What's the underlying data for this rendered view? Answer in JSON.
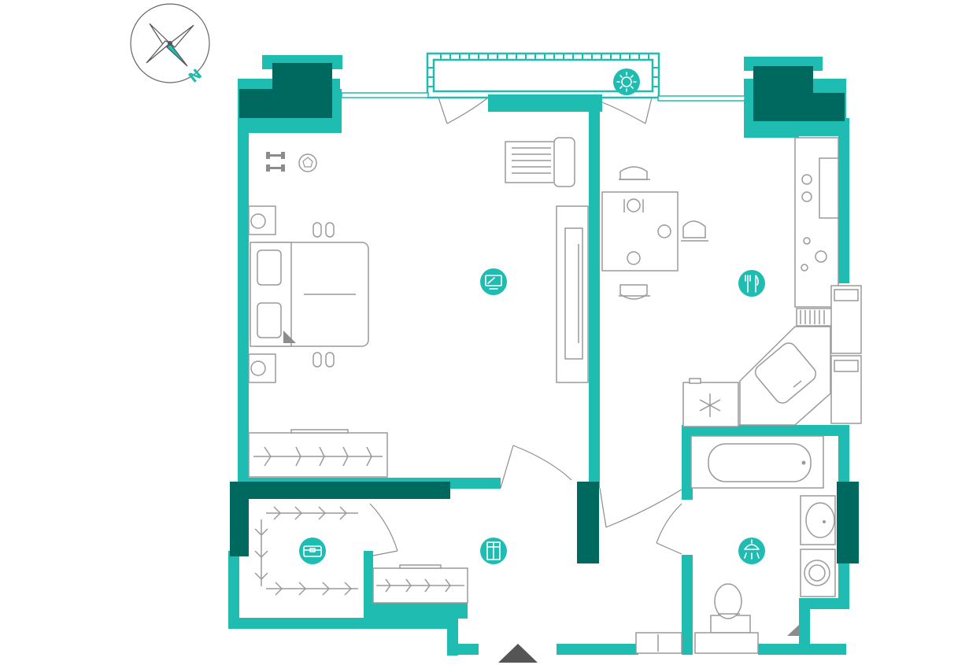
{
  "compass": {
    "north_label": "N"
  },
  "colors": {
    "wall": "#1ebcb1",
    "wall_dark": "#00695f",
    "furniture_stroke": "#9a9a9a",
    "background": "#ffffff"
  },
  "rooms": [
    {
      "id": "living-bedroom",
      "icon": "tv-icon"
    },
    {
      "id": "kitchen-dining",
      "icon": "fork-knife-icon"
    },
    {
      "id": "bathroom",
      "icon": "shower-icon"
    },
    {
      "id": "hallway",
      "icon": "wardrobe-icon"
    },
    {
      "id": "storage-closet",
      "icon": "chest-icon"
    },
    {
      "id": "balcony",
      "icon": "sun-icon"
    }
  ],
  "entrance": {
    "icon": "entrance-arrow-icon"
  }
}
